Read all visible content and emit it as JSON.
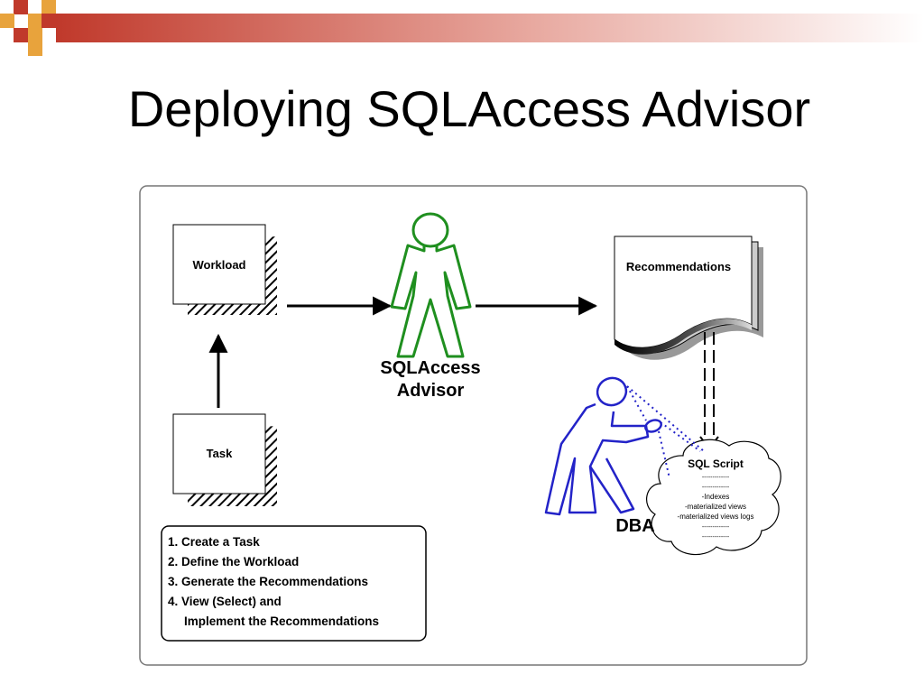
{
  "slide": {
    "title": "Deploying SQLAccess Advisor"
  },
  "diagram": {
    "workload_label": "Workload",
    "task_label": "Task",
    "advisor_label_line1": "SQLAccess",
    "advisor_label_line2": "Advisor",
    "recommendations_label": "Recommendations",
    "dba_label": "DBA",
    "sql_script": {
      "title": "SQL Script",
      "lines": [
        "-------------",
        "-------------",
        "-Indexes",
        "-materialized views",
        "-materialized views logs",
        "-------------",
        "-------------"
      ]
    },
    "steps": [
      "1. Create a Task",
      "2. Define the Workload",
      "3. Generate the Recommendations",
      "4. View (Select) and",
      "Implement the Recommendations"
    ]
  },
  "colors": {
    "accent_orange": "#E8A33C",
    "accent_red": "#C0392B",
    "advisor_green": "#1F8F1F",
    "dba_blue": "#2323C8"
  }
}
